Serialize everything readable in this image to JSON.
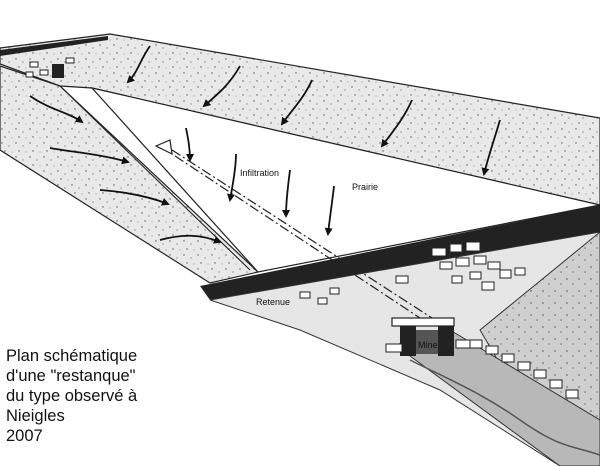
{
  "labels": {
    "infiltration": "Infiltration",
    "prairie": "Prairie",
    "retenue": "Retenue",
    "mine": "Mine"
  },
  "caption": {
    "line1": "Plan schématique",
    "line2": "d'une \"restanque\"",
    "line3": "du type observé à",
    "line4": "Nieigles",
    "line5": "2007"
  }
}
